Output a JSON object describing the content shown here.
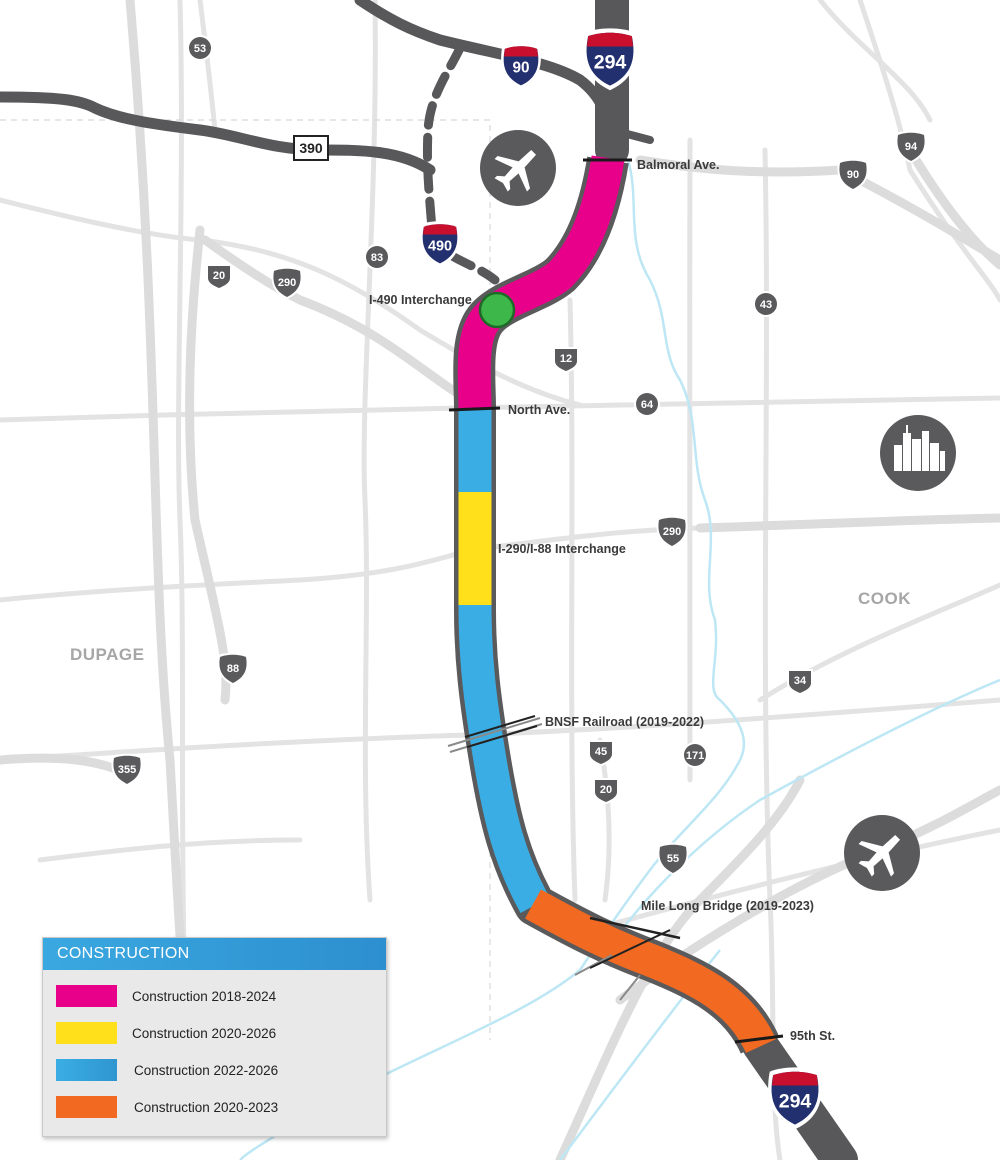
{
  "map": {
    "labels": {
      "balmoral": "Balmoral Ave.",
      "i490_interchange": "I-490 Interchange",
      "north_ave": "North Ave.",
      "i290_i88": "I-290/I-88 Interchange",
      "bnsf": "BNSF Railroad (2019-2022)",
      "mile_long_bridge": "Mile Long Bridge (2019-2023)",
      "st95": "95th St."
    },
    "counties": {
      "dupage": "DUPAGE",
      "cook": "COOK"
    },
    "shields": {
      "i294_top": "294",
      "i294_bottom": "294",
      "i90": "90",
      "i490": "490",
      "il390": "390",
      "r53": "53",
      "r83": "83",
      "us20_north": "20",
      "i290_west": "290",
      "us12": "12",
      "r64": "64",
      "r43": "43",
      "i90_east": "90",
      "i94": "94",
      "i290_east": "290",
      "i88": "88",
      "us34": "34",
      "i355": "355",
      "us45": "45",
      "us20_south": "20",
      "r171": "171",
      "i55": "55"
    },
    "icons": [
      "airport-icon",
      "airport-icon",
      "city-skyline-icon"
    ]
  },
  "legend": {
    "title": "CONSTRUCTION",
    "items": [
      {
        "label": "Construction 2018-2024",
        "color": "#e8008b"
      },
      {
        "label": "Construction 2020-2026",
        "color": "#ffe01a"
      },
      {
        "label": "Construction 2022-2026",
        "color": "#3aaee4"
      },
      {
        "label": "Construction 2020-2023",
        "color": "#f26a21"
      }
    ]
  },
  "colors": {
    "magenta": "#e8008b",
    "yellow": "#ffe01a",
    "blue": "#3aaee4",
    "orange": "#f26a21",
    "interchange_marker": "#3db74a",
    "highway": "#5a5a5c",
    "water": "#bde7f4",
    "interstate_blue": "#23306f",
    "interstate_red": "#c8102e"
  }
}
